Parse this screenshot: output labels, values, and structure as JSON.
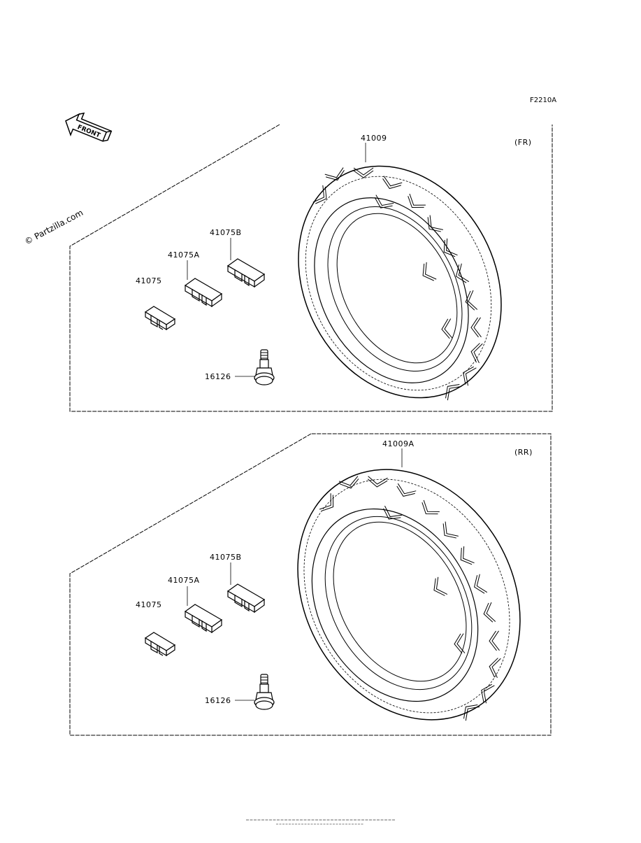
{
  "figure_code": "F2210A",
  "watermark": "© Partzilla.com",
  "front_label": "FRONT",
  "panels": [
    {
      "section": "(FR)",
      "tire_part": "41009",
      "weight_parts": [
        "41075B",
        "41075A",
        "41075"
      ],
      "valve_part": "16126"
    },
    {
      "section": "(RR)",
      "tire_part": "41009A",
      "weight_parts": [
        "41075B",
        "41075A",
        "41075"
      ],
      "valve_part": "16126"
    }
  ],
  "colors": {
    "line": "#000000",
    "background": "#ffffff"
  }
}
